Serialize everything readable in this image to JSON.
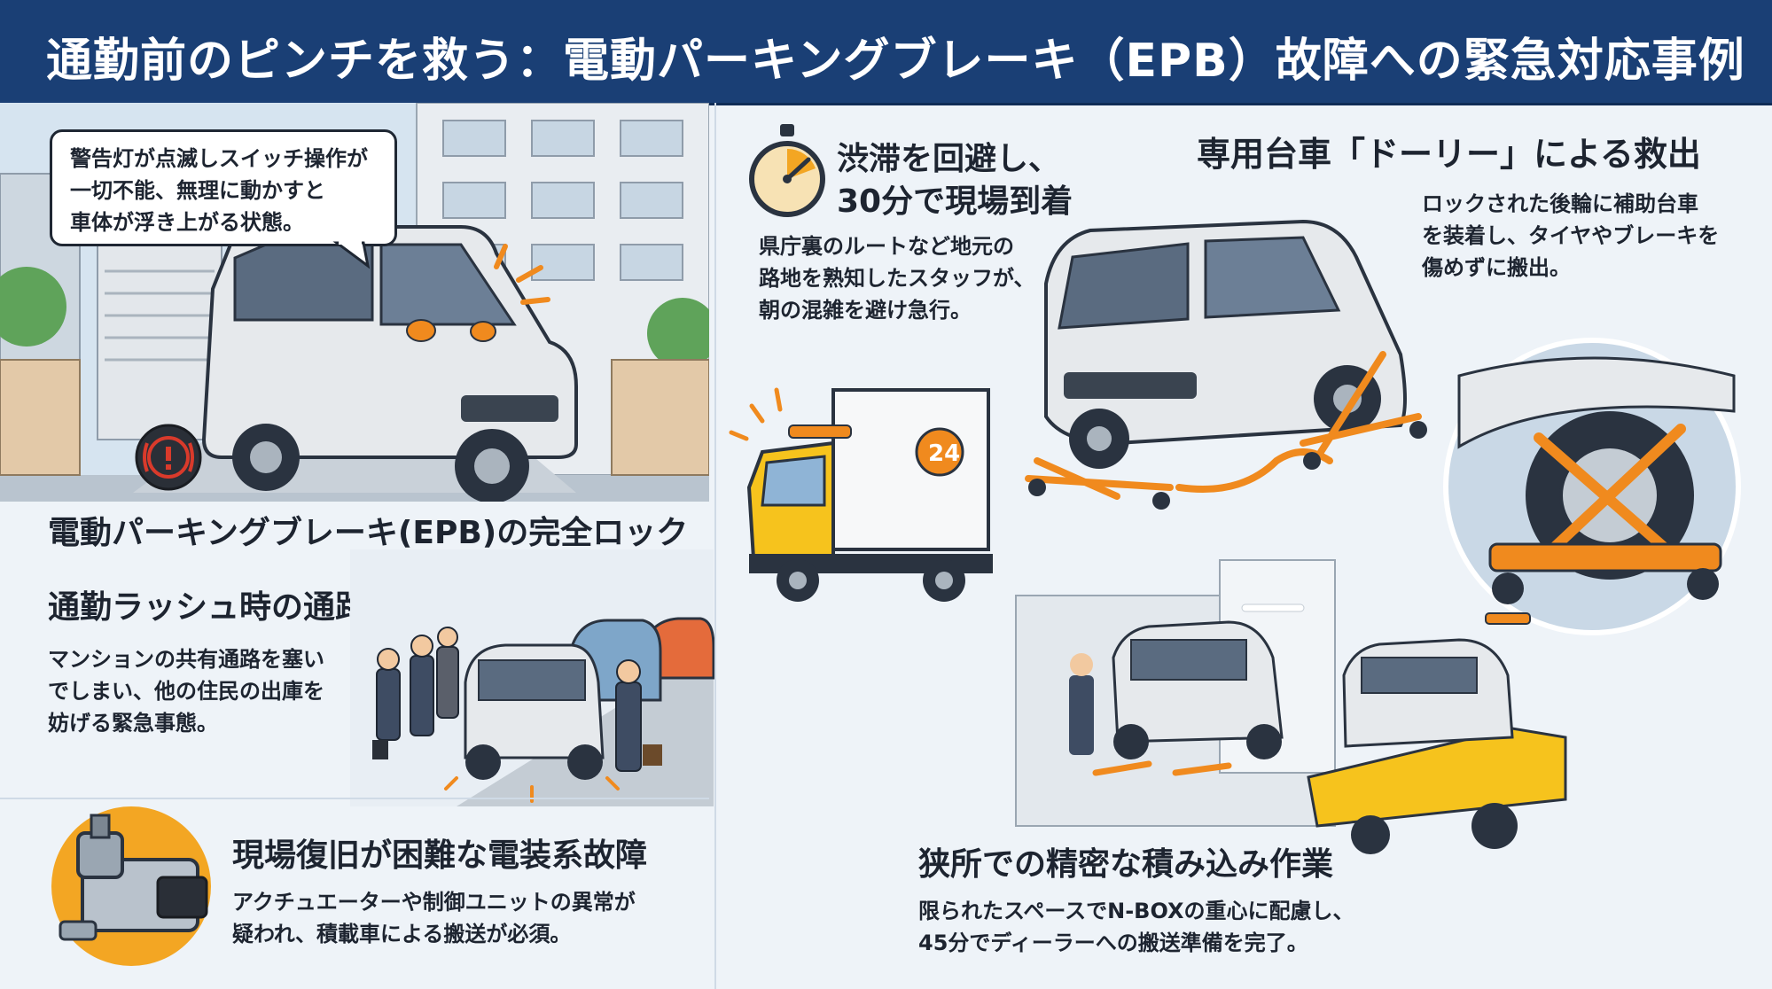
{
  "header": {
    "title": "通勤前のピンチを救う：電動パーキングブレーキ（EPB）故障への緊急対応事例"
  },
  "left": {
    "callout_lines": [
      "警告灯が点滅しスイッチ操作が",
      "一切不能、無理に動かすと",
      "車体が浮き上がる状態。"
    ],
    "epb_heading": "電動パーキングブレーキ(EPB)の完全ロック",
    "rush_heading": "通勤ラッシュ時の通路閉鎖",
    "rush_lines": [
      "マンションの共有通路を塞い",
      "でしまい、他の住民の出庫を",
      "妨げる緊急事態。"
    ],
    "fault_heading": "現場復旧が困難な電装系故障",
    "fault_lines": [
      "アクチュエーターや制御ユニットの異常が",
      "疑われ、積載車による搬送が必須。"
    ]
  },
  "middle": {
    "arrive_heading_lines": [
      "渋滞を回避し、",
      "30分で現場到着"
    ],
    "arrive_lines": [
      "県庁裏のルートなど地元の",
      "路地を熟知したスタッフが、",
      "朝の混雑を避け急行。"
    ],
    "truck_badge": "24"
  },
  "right": {
    "dolly_heading": "専用台車「ドーリー」による救出",
    "dolly_lines": [
      "ロックされた後輪に補助台車",
      "を装着し、タイヤやブレーキを",
      "傷めずに搬出。"
    ],
    "load_heading": "狭所での精密な積み込み作業",
    "load_lines": [
      "限られたスペースでN-BOXの重心に配慮し、",
      "45分でディーラーへの搬送準備を完了。"
    ]
  },
  "colors": {
    "header_bg": "#1a3f75",
    "accent_orange": "#f08a1e",
    "truck_yellow": "#f6c31d",
    "warning_red": "#d93a2b"
  }
}
